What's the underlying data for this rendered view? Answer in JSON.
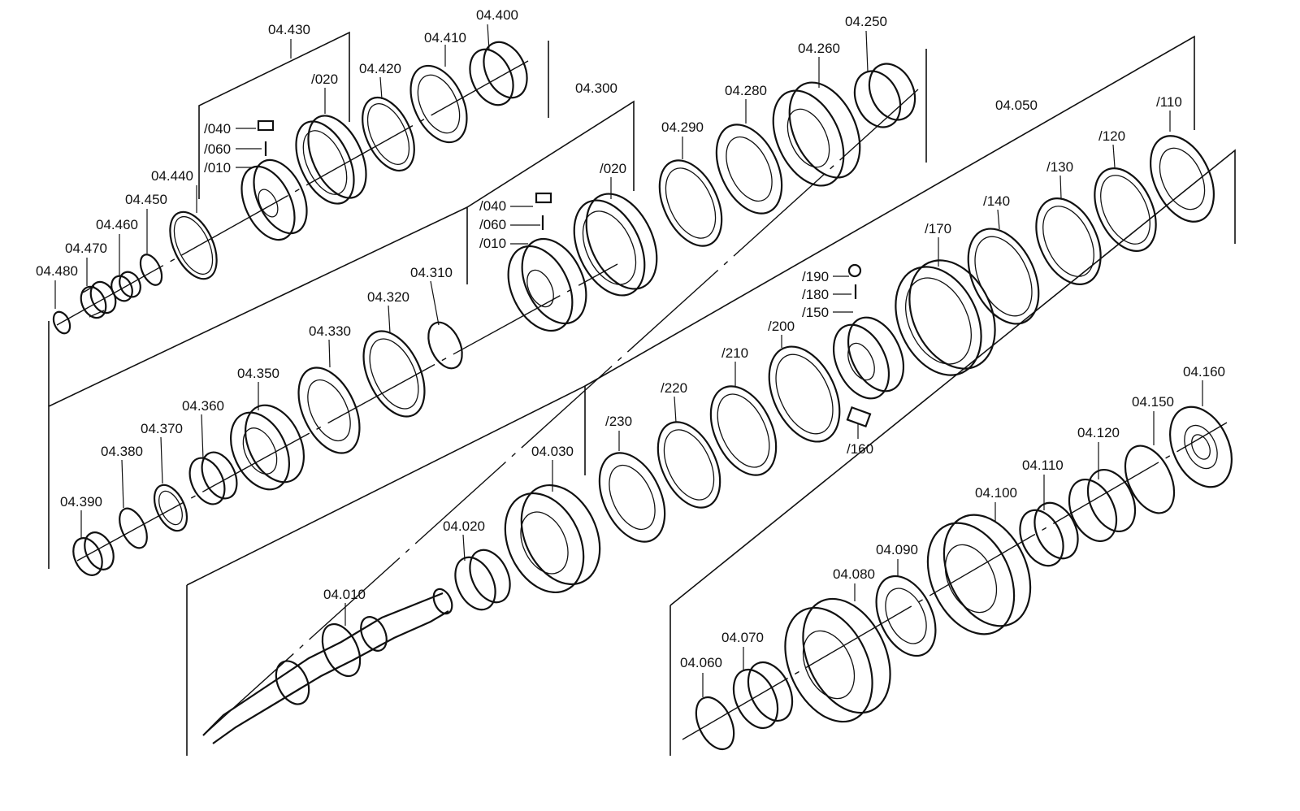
{
  "diagram": {
    "labels": {
      "p04_010": "04.010",
      "p04_020": "04.020",
      "p04_030": "04.030",
      "p04_050": "04.050",
      "p04_060": "04.060",
      "p04_070": "04.070",
      "p04_080": "04.080",
      "p04_090": "04.090",
      "p04_100": "04.100",
      "p04_110": "04.110",
      "p04_120": "04.120",
      "p04_150": "04.150",
      "p04_160": "04.160",
      "p04_250": "04.250",
      "p04_260": "04.260",
      "p04_280": "04.280",
      "p04_290": "04.290",
      "p04_300": "04.300",
      "p04_310": "04.310",
      "p04_320": "04.320",
      "p04_330": "04.330",
      "p04_350": "04.350",
      "p04_360": "04.360",
      "p04_370": "04.370",
      "p04_380": "04.380",
      "p04_390": "04.390",
      "p04_400": "04.400",
      "p04_410": "04.410",
      "p04_420": "04.420",
      "p04_430": "04.430",
      "p04_440": "04.440",
      "p04_450": "04.450",
      "p04_460": "04.460",
      "p04_470": "04.470",
      "p04_480": "04.480",
      "g430_020": "/020",
      "g430_040": "/040",
      "g430_060": "/060",
      "g430_010": "/010",
      "g300_020": "/020",
      "g300_040": "/040",
      "g300_060": "/060",
      "g300_010": "/010",
      "g050_110": "/110",
      "g050_120": "/120",
      "g050_130": "/130",
      "g050_140": "/140",
      "g050_150": "/150",
      "g050_160": "/160",
      "g050_170": "/170",
      "g050_180": "/180",
      "g050_190": "/190",
      "g050_200": "/200",
      "g050_210": "/210",
      "g050_220": "/220",
      "g050_230": "/230"
    }
  }
}
